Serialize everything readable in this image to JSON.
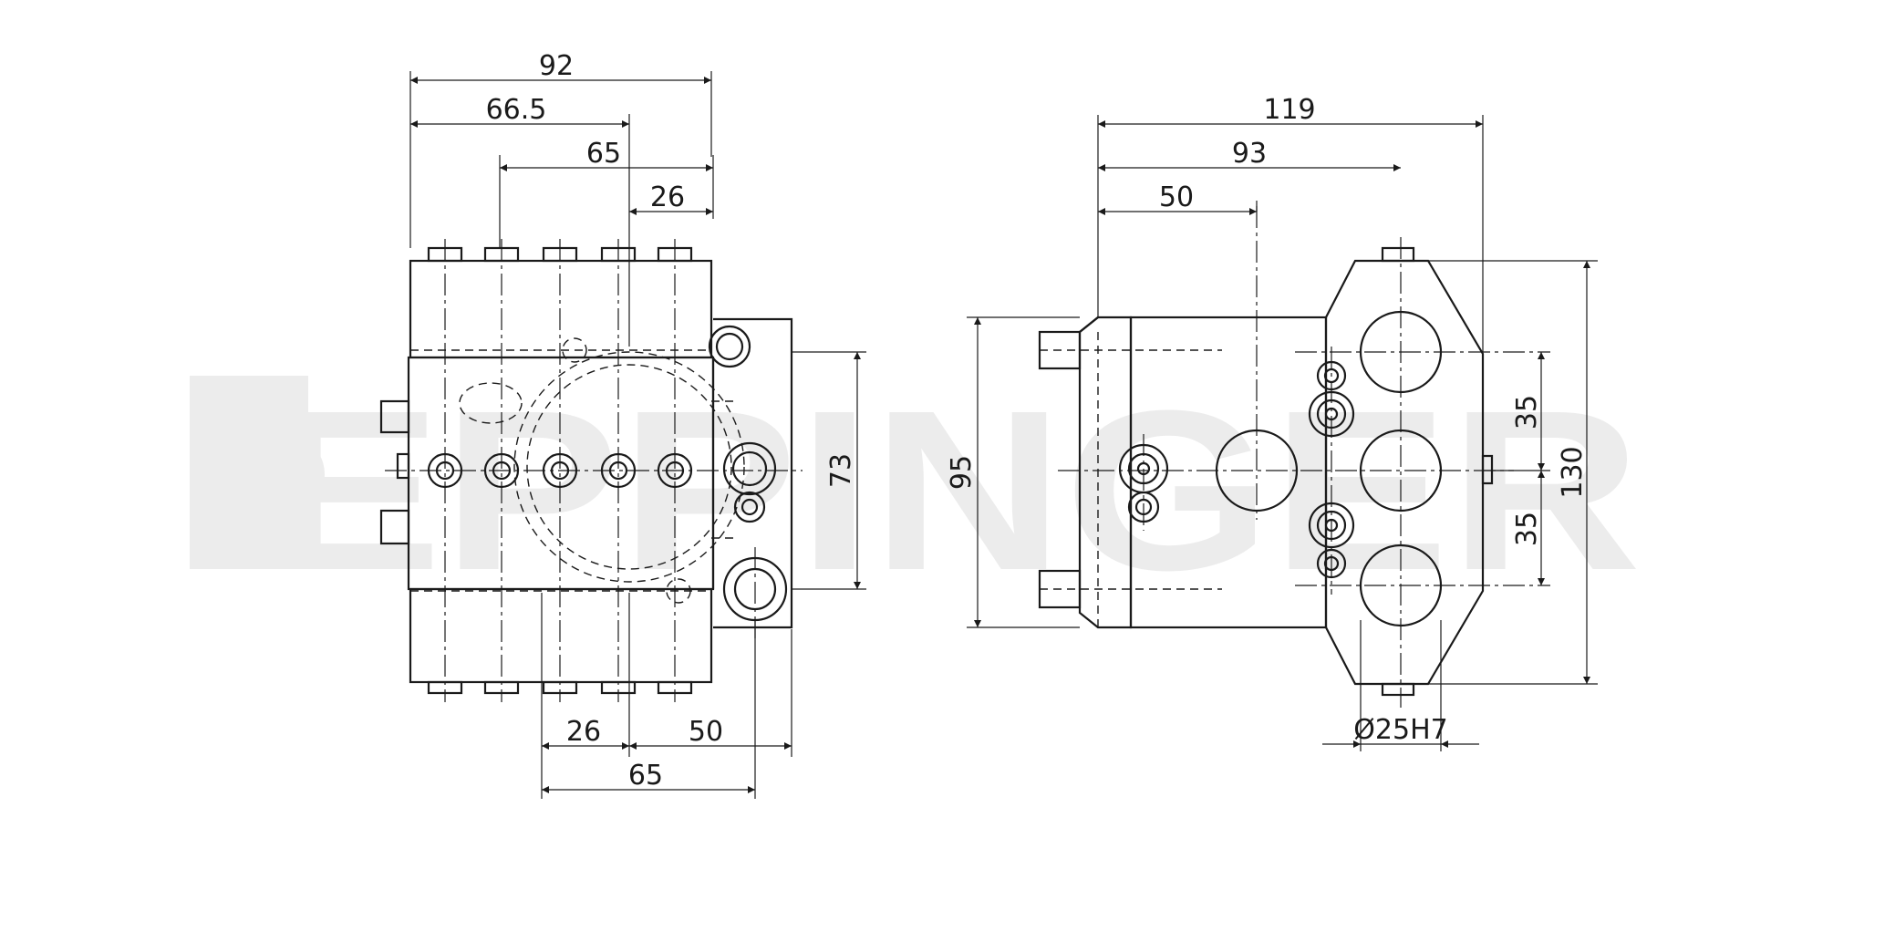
{
  "watermark": {
    "text": "EPPINGER",
    "color": "#ececec"
  },
  "colors": {
    "line": "#1a1a1a",
    "background": "#ffffff"
  },
  "left_view": {
    "dims": {
      "top_92": "92",
      "top_66_5": "66.5",
      "top_65": "65",
      "top_26": "26",
      "right_73": "73",
      "bottom_26": "26",
      "bottom_50": "50",
      "bottom_65": "65"
    }
  },
  "right_view": {
    "dims": {
      "top_119": "119",
      "top_93": "93",
      "top_50": "50",
      "left_95": "95",
      "right_35_upper": "35",
      "right_35_lower": "35",
      "right_130": "130",
      "bore": "Ø25H7"
    }
  }
}
